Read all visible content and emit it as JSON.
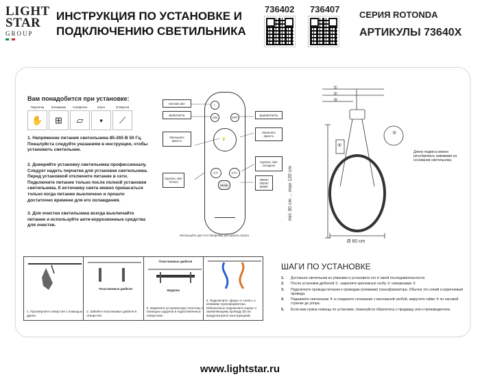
{
  "header": {
    "logo_line1": "LIGHT",
    "logo_line2": "STAR",
    "logo_line3": "GROUP",
    "flag_colors": [
      "#009246",
      "#ffffff",
      "#ce2b37"
    ],
    "title_line1": "ИНСТРУКЦИЯ ПО УСТАНОВКЕ И",
    "title_line2": "ПОДКЛЮЧЕНИЮ СВЕТИЛЬНИКА",
    "art1": "736402",
    "art2": "736407",
    "series": "СЕРИЯ ROTONDA",
    "articles": "АРТИКУЛЫ 73640X"
  },
  "tools": {
    "title": "Вам понадобится при установке:",
    "items": [
      {
        "label": "Перчатки",
        "icon": "gloves-icon",
        "glyph": "✋"
      },
      {
        "label": "Клеммник",
        "icon": "terminal-icon",
        "glyph": "⊞"
      },
      {
        "label": "Салфетка",
        "icon": "cloth-icon",
        "glyph": "▱"
      },
      {
        "label": "Ключ",
        "icon": "wrench-icon",
        "glyph": "▪"
      },
      {
        "label": "Отвертка",
        "icon": "screwdriver-icon",
        "glyph": "⟋"
      }
    ]
  },
  "instructions": {
    "p1": "1. Напряжение питания светильника 85-265 В 50 Гц. Пожалуйста следуйте указаниям в инструкции, чтобы установить светильник.",
    "p2": "2. Доверяйте установку светильника профессионалу. Следует надеть перчатки для установки светильника. Перед установкой отключите питание в сети. Подключите питание только после полной установки светильника. К источнику света можно прикасаться только когда питание выключено и прошло достаточно времени для его охлаждения.",
    "p3": "3. Для очистки светильника всегда выключайте питание и используйте анти-коррозионные средства для очистки."
  },
  "remote": {
    "night": "Ночной свет",
    "on": "ВКЛЮЧИТЬ",
    "off": "ВЫКЛЮЧИТЬ",
    "dim": "Уменьшить яркость",
    "bright": "Увеличить яркость",
    "cold": "Сделать свет холоднее",
    "warm": "Сделать свет теплее",
    "cct": "3000K/ 4000K/ 6000K",
    "btn_on": "ON",
    "btn_off": "OFF",
    "btn_ct_minus": "CT-",
    "btn_ct_plus": "CT+",
    "btn_mode": "Mode",
    "battery": "Используйте две AAA батарейки для работы пульта"
  },
  "dimensions": {
    "height": "min 30 cm ... max 120 cm",
    "diameter": "Ø 60 cm",
    "callout_4": "④",
    "callout_5": "⑤",
    "callouts_top": [
      "①",
      "②",
      "③"
    ],
    "side_note": "Длину подвеса можно регулировать зажимами на основании светильника."
  },
  "panels": [
    {
      "caption": "1. Просверлите отверстия с помощью дрели."
    },
    {
      "label": "Пластиковые дюбеля",
      "caption": "2. Забейте пластиковые дюбеля в отверстия."
    },
    {
      "label_top": "Пластиковые дюбеля",
      "label_bottom": "Шурупы",
      "caption": "3. Закрепите установочную пластину с помощью шурупов в подготовленных отверстиях."
    },
    {
      "caption": "4. Подключите «фазу» и «ноль» к клеммам трансформатора. Обязательно подключите корпус к заземляющему проводу (Если предусмотрено конструкцией)"
    }
  ],
  "steps": {
    "title": "ШАГИ ПО УСТАНОВКЕ",
    "items": [
      {
        "n": "1.",
        "t": "Достаньте светильник из упаковки и установите его в такой последовательности:"
      },
      {
        "n": "2.",
        "t": "После установки дюбелей ①, закрепите крепежную скобу ② саморезами ③"
      },
      {
        "n": "3.",
        "t": "Подключите провода питания к проводам (клеммам) трансформатора. Обычно это синий и коричневый провода."
      },
      {
        "n": "4.",
        "t": "Поднимите светильник ④ и соедините основание с монтажной скобой, закрутите гайки ⑤ по часовой стрелке до упора."
      },
      {
        "n": "5.",
        "t": "Если вам нужна помощь по установке, пожалуйста обратитесь к продавцу или к производителю."
      }
    ]
  },
  "footer": {
    "url": "www.lightstar.ru"
  }
}
